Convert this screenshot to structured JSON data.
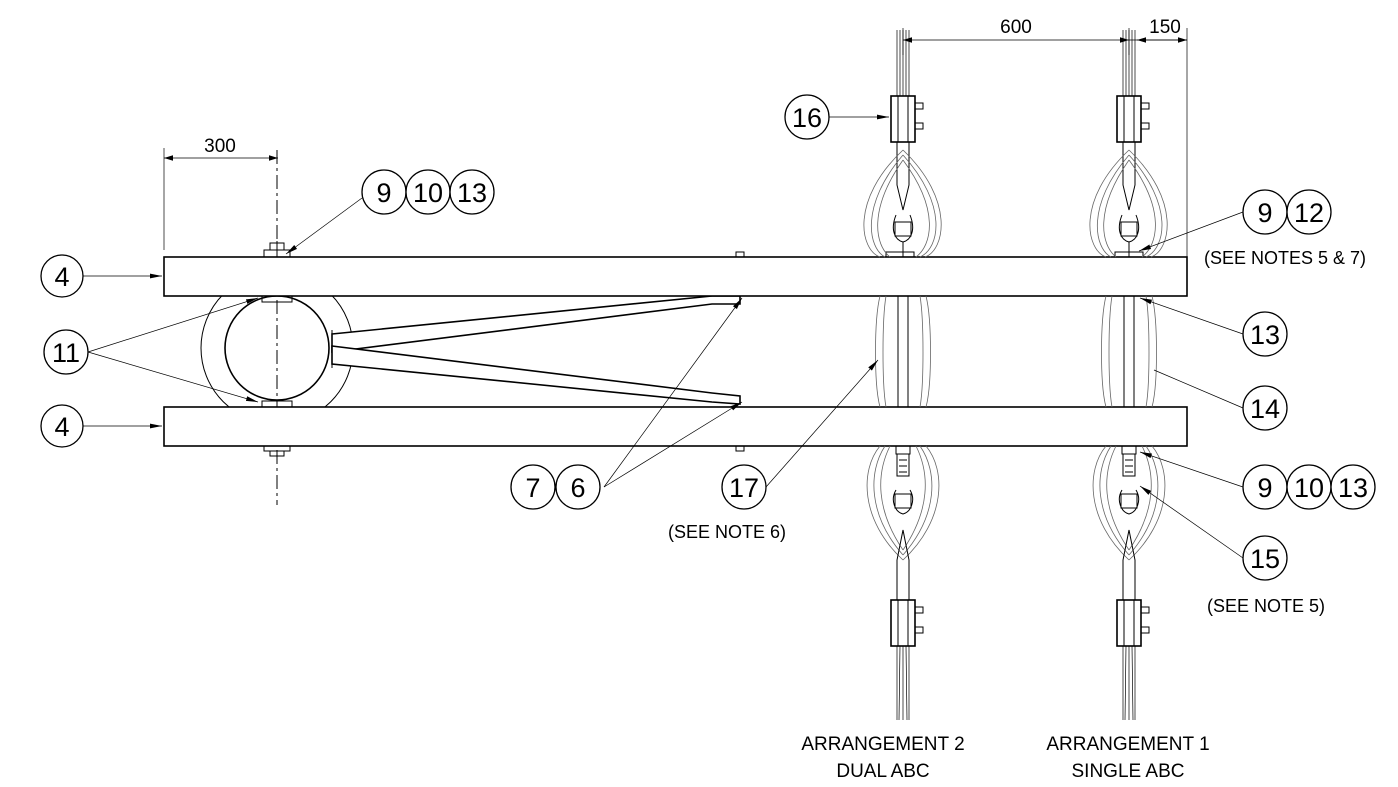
{
  "dimensions": {
    "d300": "300",
    "d600": "600",
    "d150": "150"
  },
  "bubbles": {
    "b9a": "9",
    "b10a": "10",
    "b13a": "13",
    "b4a": "4",
    "b4b": "4",
    "b11": "11",
    "b7": "7",
    "b6": "6",
    "b17": "17",
    "b16": "16",
    "b9b": "9",
    "b12": "12",
    "b13b": "13",
    "b14": "14",
    "b9c": "9",
    "b10c": "10",
    "b13c": "13",
    "b15": "15"
  },
  "notes": {
    "see_notes_5_7": "(SEE NOTES 5 & 7)",
    "see_note_6": "(SEE NOTE 6)",
    "see_note_5": "(SEE NOTE 5)"
  },
  "arrangements": {
    "arr2_line1": "ARRANGEMENT 2",
    "arr2_line2": "DUAL ABC",
    "arr1_line1": "ARRANGEMENT 1",
    "arr1_line2": "SINGLE ABC"
  }
}
